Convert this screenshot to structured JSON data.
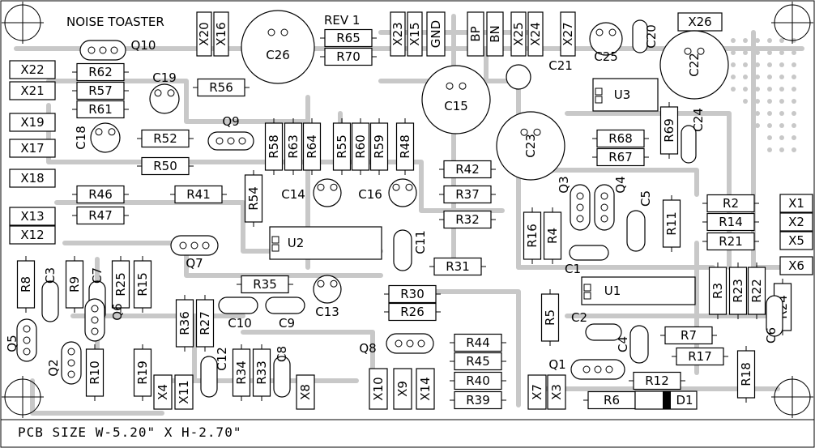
{
  "title": "NOISE TOASTER",
  "revision": "REV 1",
  "footer": "PCB SIZE W-5.20\" X H-2.70\"",
  "colors": {
    "trace": "#c8c8c8",
    "ink": "#000000",
    "board": "#ffffff"
  },
  "resistors": [
    {
      "label": "R62"
    },
    {
      "label": "R57"
    },
    {
      "label": "R61"
    },
    {
      "label": "R56"
    },
    {
      "label": "R65"
    },
    {
      "label": "R70"
    },
    {
      "label": "R52"
    },
    {
      "label": "R50"
    },
    {
      "label": "R46"
    },
    {
      "label": "R47"
    },
    {
      "label": "R41"
    },
    {
      "label": "R54"
    },
    {
      "label": "R58"
    },
    {
      "label": "R63"
    },
    {
      "label": "R64"
    },
    {
      "label": "R55"
    },
    {
      "label": "R60"
    },
    {
      "label": "R59"
    },
    {
      "label": "R48"
    },
    {
      "label": "R42"
    },
    {
      "label": "R37"
    },
    {
      "label": "R32"
    },
    {
      "label": "R31"
    },
    {
      "label": "R68"
    },
    {
      "label": "R67"
    },
    {
      "label": "R69"
    },
    {
      "label": "R2"
    },
    {
      "label": "R14"
    },
    {
      "label": "R21"
    },
    {
      "label": "R16"
    },
    {
      "label": "R4"
    },
    {
      "label": "R11"
    },
    {
      "label": "R8"
    },
    {
      "label": "R9"
    },
    {
      "label": "R25"
    },
    {
      "label": "R15"
    },
    {
      "label": "R35"
    },
    {
      "label": "R36"
    },
    {
      "label": "R27"
    },
    {
      "label": "R30"
    },
    {
      "label": "R26"
    },
    {
      "label": "R3"
    },
    {
      "label": "R23"
    },
    {
      "label": "R22"
    },
    {
      "label": "R24"
    },
    {
      "label": "R5"
    },
    {
      "label": "R10"
    },
    {
      "label": "R19"
    },
    {
      "label": "R34"
    },
    {
      "label": "R33"
    },
    {
      "label": "R44"
    },
    {
      "label": "R45"
    },
    {
      "label": "R40"
    },
    {
      "label": "R39"
    },
    {
      "label": "R7"
    },
    {
      "label": "R17"
    },
    {
      "label": "R12"
    },
    {
      "label": "R6"
    },
    {
      "label": "R18"
    }
  ],
  "connectors": [
    {
      "label": "X20"
    },
    {
      "label": "X16"
    },
    {
      "label": "X23"
    },
    {
      "label": "X15"
    },
    {
      "label": "GND"
    },
    {
      "label": "BP"
    },
    {
      "label": "BN"
    },
    {
      "label": "X25"
    },
    {
      "label": "X24"
    },
    {
      "label": "X27"
    },
    {
      "label": "X26"
    },
    {
      "label": "X22"
    },
    {
      "label": "X21"
    },
    {
      "label": "X19"
    },
    {
      "label": "X17"
    },
    {
      "label": "X18"
    },
    {
      "label": "X13"
    },
    {
      "label": "X12"
    },
    {
      "label": "X1"
    },
    {
      "label": "X2"
    },
    {
      "label": "X5"
    },
    {
      "label": "X6"
    },
    {
      "label": "X4"
    },
    {
      "label": "X11"
    },
    {
      "label": "X8"
    },
    {
      "label": "X10"
    },
    {
      "label": "X9"
    },
    {
      "label": "X14"
    },
    {
      "label": "X7"
    },
    {
      "label": "X3"
    }
  ],
  "electrolytics": [
    {
      "label": "C26"
    },
    {
      "label": "C19"
    },
    {
      "label": "C18"
    },
    {
      "label": "C15"
    },
    {
      "label": "C23"
    },
    {
      "label": "C25"
    },
    {
      "label": "C22"
    },
    {
      "label": "C14"
    },
    {
      "label": "C16"
    },
    {
      "label": "C13"
    }
  ],
  "caps": [
    {
      "label": "C21"
    },
    {
      "label": "C20"
    },
    {
      "label": "C24"
    },
    {
      "label": "C11"
    },
    {
      "label": "C5"
    },
    {
      "label": "C1"
    },
    {
      "label": "C3"
    },
    {
      "label": "C7"
    },
    {
      "label": "C10"
    },
    {
      "label": "C9"
    },
    {
      "label": "C12"
    },
    {
      "label": "C8"
    },
    {
      "label": "C2"
    },
    {
      "label": "C4"
    },
    {
      "label": "C6"
    }
  ],
  "transistors": [
    {
      "label": "Q10"
    },
    {
      "label": "Q9"
    },
    {
      "label": "Q7"
    },
    {
      "label": "Q3"
    },
    {
      "label": "Q4"
    },
    {
      "label": "Q5"
    },
    {
      "label": "Q6"
    },
    {
      "label": "Q2"
    },
    {
      "label": "Q8"
    },
    {
      "label": "Q1"
    }
  ],
  "ics": [
    {
      "label": "U3"
    },
    {
      "label": "U2"
    },
    {
      "label": "U1"
    }
  ],
  "diodes": [
    {
      "label": "D1"
    }
  ]
}
